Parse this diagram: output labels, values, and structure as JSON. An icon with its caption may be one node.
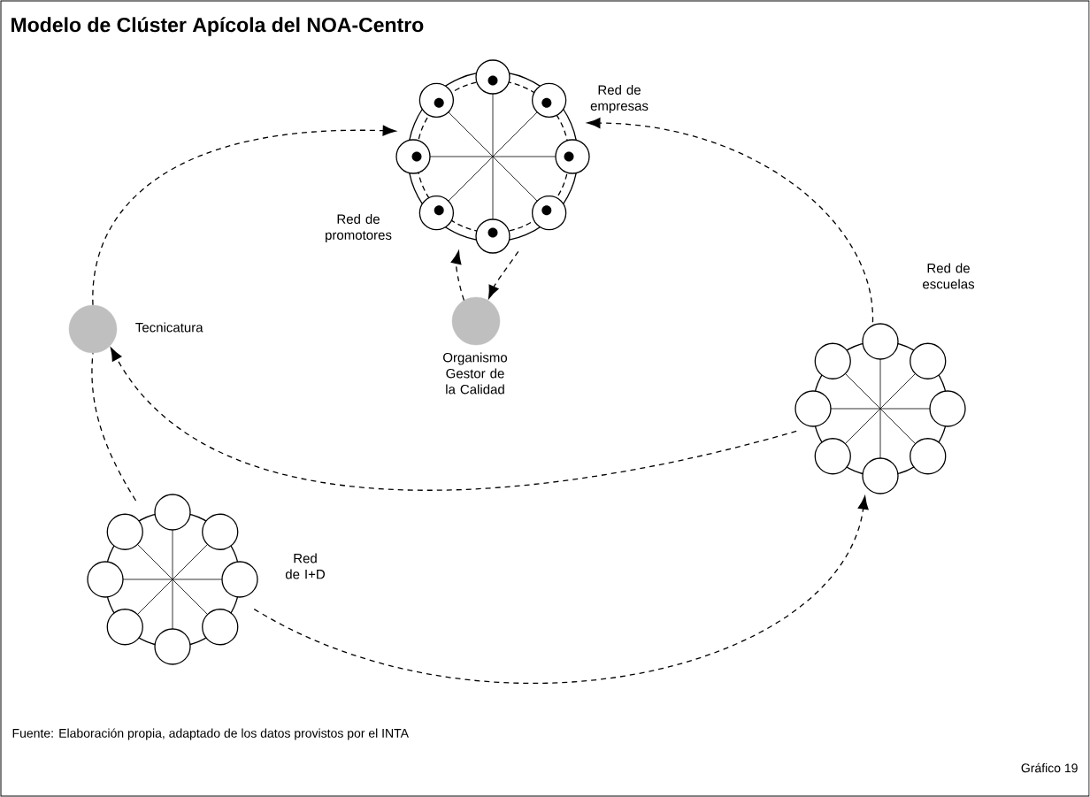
{
  "diagram": {
    "title": "Modelo de Clúster Apícola del NOA-Centro",
    "nodes": [
      {
        "text": [],
        "shape": "circle",
        "beside": [
          "Red de empresas",
          "Red de promotores"
        ]
      },
      {
        "text": [],
        "shape": "circle",
        "beside": [
          "Tecnicatura"
        ]
      },
      {
        "text": [],
        "shape": "circle",
        "beside": [
          "Organismo Gestor de la Calidad"
        ]
      },
      {
        "text": [],
        "shape": "circle",
        "beside": [
          "Red de escuelas"
        ]
      },
      {
        "text": [],
        "shape": "circle",
        "beside": [
          "Red de I+D"
        ]
      }
    ],
    "edges": [
      {
        "from": 4,
        "to": 1,
        "arrow": "none",
        "style": "dashed"
      },
      {
        "from": 1,
        "to": 0,
        "arrow": "to",
        "style": "dashed"
      },
      {
        "from": 2,
        "to": 0,
        "arrow": "to",
        "style": "dashed"
      },
      {
        "from": 0,
        "to": 2,
        "arrow": "to",
        "style": "dashed"
      },
      {
        "from": 3,
        "to": 0,
        "arrow": "to",
        "style": "dashed"
      },
      {
        "from": 3,
        "to": 1,
        "arrow": "to",
        "style": "dashed"
      },
      {
        "from": 4,
        "to": 3,
        "arrow": "to",
        "style": "dashed"
      }
    ],
    "labels": [
      "Fuente: Elaboración propia, adaptado de los datos provistos por el INTA",
      "Gráfico 19"
    ]
  }
}
